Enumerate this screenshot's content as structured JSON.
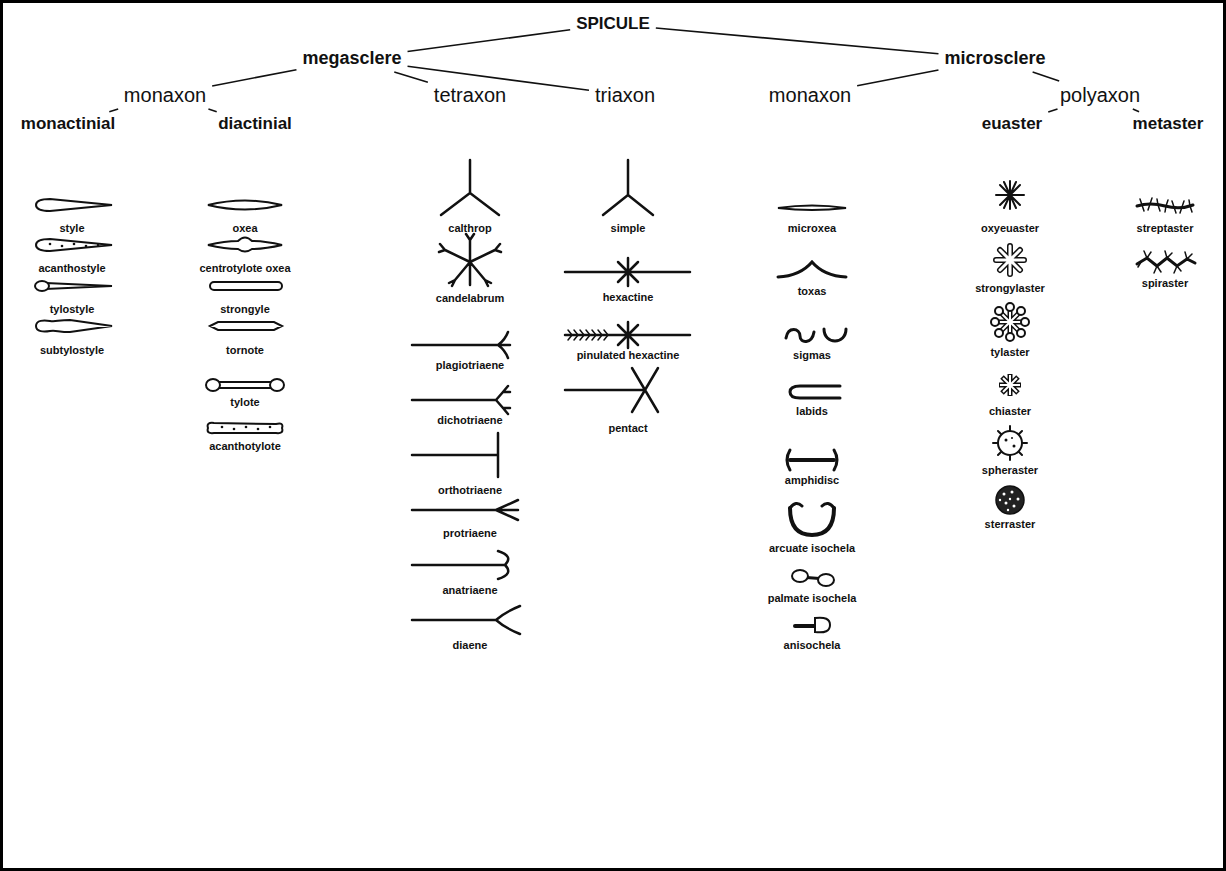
{
  "diagram": {
    "nodes": [
      {
        "text": [
          "SPICULE"
        ]
      },
      {
        "text": [
          "megasclere"
        ]
      },
      {
        "text": [
          "microsclere"
        ]
      },
      {
        "text": [
          "monaxon"
        ]
      },
      {
        "text": [
          "tetraxon"
        ]
      },
      {
        "text": [
          "triaxon"
        ]
      },
      {
        "text": [
          "monaxon"
        ]
      },
      {
        "text": [
          "polyaxon"
        ]
      },
      {
        "text": [
          "monactinial"
        ]
      },
      {
        "text": [
          "diactinial"
        ]
      },
      {
        "text": [
          "euaster"
        ]
      },
      {
        "text": [
          "metaster"
        ]
      }
    ],
    "edges": [
      {
        "from": 0,
        "to": 1,
        "arrow": "none"
      },
      {
        "from": 0,
        "to": 2,
        "arrow": "none"
      },
      {
        "from": 1,
        "to": 3,
        "arrow": "none"
      },
      {
        "from": 1,
        "to": 4,
        "arrow": "none"
      },
      {
        "from": 1,
        "to": 5,
        "arrow": "none"
      },
      {
        "from": 2,
        "to": 6,
        "arrow": "none"
      },
      {
        "from": 2,
        "to": 7,
        "arrow": "none"
      },
      {
        "from": 3,
        "to": 8,
        "arrow": "none"
      },
      {
        "from": 3,
        "to": 9,
        "arrow": "none"
      },
      {
        "from": 7,
        "to": 10,
        "arrow": "none"
      },
      {
        "from": 7,
        "to": 11,
        "arrow": "none"
      }
    ],
    "labels": [
      "style",
      "acanthostyle",
      "tylostyle",
      "subtylostyle",
      "oxea",
      "centrotylote oxea",
      "strongyle",
      "tornote",
      "tylote",
      "acanthotylote",
      "calthrop",
      "candelabrum",
      "plagiotriaene",
      "dichotriaene",
      "orthotriaene",
      "protriaene",
      "anatriaene",
      "diaene",
      "simple",
      "hexactine",
      "pinulated hexactine",
      "pentact",
      "microxea",
      "toxas",
      "sigmas",
      "labids",
      "amphidisc",
      "arcuate isochela",
      "palmate isochela",
      "anisochela",
      "oxyeuaster",
      "strongylaster",
      "tylaster",
      "chiaster",
      "spheraster",
      "sterraster",
      "streptaster",
      "spiraster"
    ]
  }
}
